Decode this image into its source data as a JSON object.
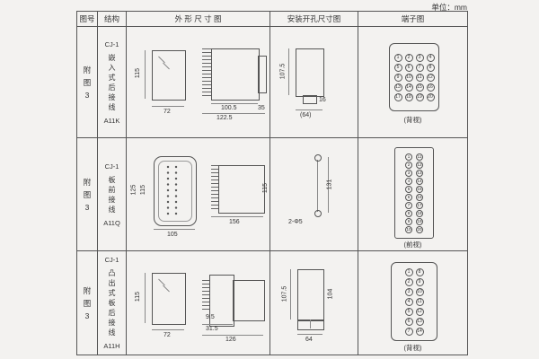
{
  "unit_label": "单位：mm",
  "headers": {
    "fig": "图号",
    "structure": "结构",
    "outline": "外 形 尺 寸 图",
    "install": "安装开孔尺寸图",
    "terminal": "端子图"
  },
  "rows": [
    {
      "fig_no": "附图3",
      "structure": {
        "model": "CJ-1",
        "desc": "嵌入式后接线",
        "code": "A11K"
      },
      "outline": {
        "height": "115",
        "width": "72",
        "body": "100.5",
        "total": "122.5",
        "depth": "35"
      },
      "install": {
        "height": "107.5",
        "tab": "16",
        "width": "(64)"
      },
      "terminal": {
        "caption": "(背视)",
        "grid": {
          "cols": 4,
          "items": [
            "1",
            "2",
            "3",
            "4",
            "5",
            "6",
            "7",
            "8",
            "9",
            "10",
            "11",
            "12",
            "13",
            "14",
            "15",
            "16",
            "17",
            "18",
            "19",
            "20"
          ]
        }
      }
    },
    {
      "fig_no": "附图3",
      "structure": {
        "model": "CJ-1",
        "desc": "板前接线",
        "code": "A11Q"
      },
      "outline": {
        "outer_height": "125",
        "inner_height": "115",
        "width": "105",
        "length": "156",
        "side_height": "115"
      },
      "install": {
        "spacing": "131",
        "holes": "2-Φ5"
      },
      "terminal": {
        "caption": "(前视)",
        "grid": {
          "cols": 2,
          "items": [
            "1",
            "11",
            "2",
            "12",
            "3",
            "13",
            "4",
            "14",
            "5",
            "15",
            "6",
            "16",
            "7",
            "17",
            "8",
            "18",
            "9",
            "19",
            "10",
            "20"
          ]
        }
      }
    },
    {
      "fig_no": "附图3",
      "structure": {
        "model": "CJ-1",
        "desc": "凸出式板后接线",
        "code": "A11H"
      },
      "outline": {
        "height": "115",
        "width": "72",
        "pin": "9.5",
        "offset": "31.5",
        "length": "126"
      },
      "install": {
        "height": "107.5",
        "inner": "104",
        "width": "64"
      },
      "terminal": {
        "caption": "(背视)",
        "grid": {
          "cols": 2,
          "items": [
            "1",
            "8",
            "2",
            "9",
            "3",
            "10",
            "4",
            "11",
            "5",
            "12",
            "6",
            "13",
            "7",
            "14"
          ]
        }
      }
    }
  ]
}
